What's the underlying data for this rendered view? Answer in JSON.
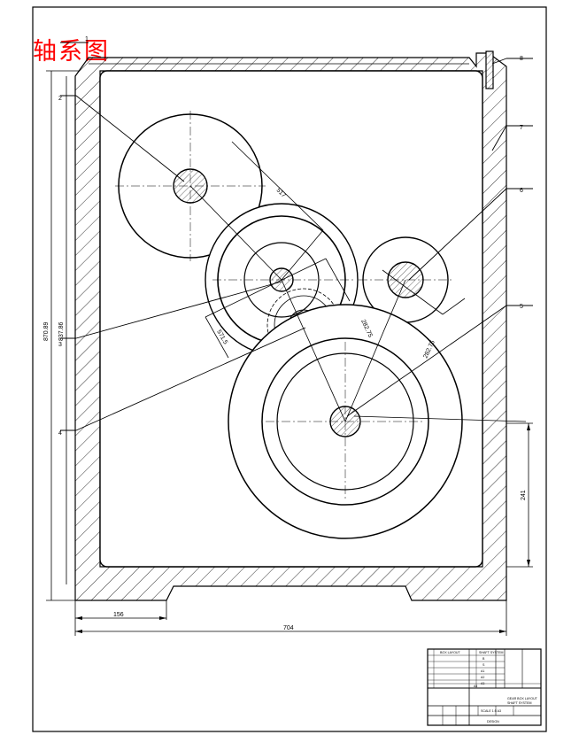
{
  "title": "轴系图",
  "part_numbers": [
    "1",
    "2",
    "3",
    "4",
    "5",
    "6",
    "7",
    "8"
  ],
  "dimensions": {
    "width_total": "704",
    "width_left": "156",
    "height_right": "241",
    "height_outer": "870.89",
    "height_inner": "837.86",
    "center_a": "517",
    "center_b": "571.5",
    "center_c": "282.75",
    "center_d": "282.75"
  },
  "title_block": {
    "left_header": "BOX LAYOUT",
    "center_header": "SHAFT SYSTEM",
    "small_labels": [
      "B",
      "S",
      "A1",
      "A2",
      "A3",
      "A4"
    ],
    "drawing_name": "GEAR BOX LAYOUT",
    "drawing_name_2": "SHAFT SYSTEM",
    "scale_row": "SCALE 1:5 A3",
    "designer": "DESIGN"
  },
  "colors": {
    "title": "#ff0000",
    "line": "#000000"
  }
}
